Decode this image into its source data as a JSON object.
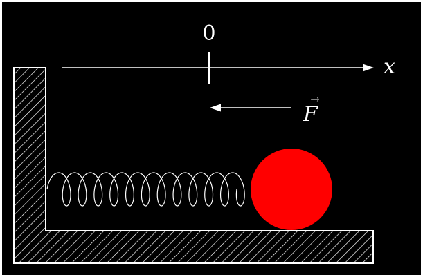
{
  "diagram": {
    "origin_label": "0",
    "axis_label": "x",
    "force_label": "F",
    "force_vector_mark": "→",
    "colors": {
      "background": "#000000",
      "frame": "#ffffff",
      "line": "#ffffff",
      "ball": "#ff0000"
    }
  }
}
